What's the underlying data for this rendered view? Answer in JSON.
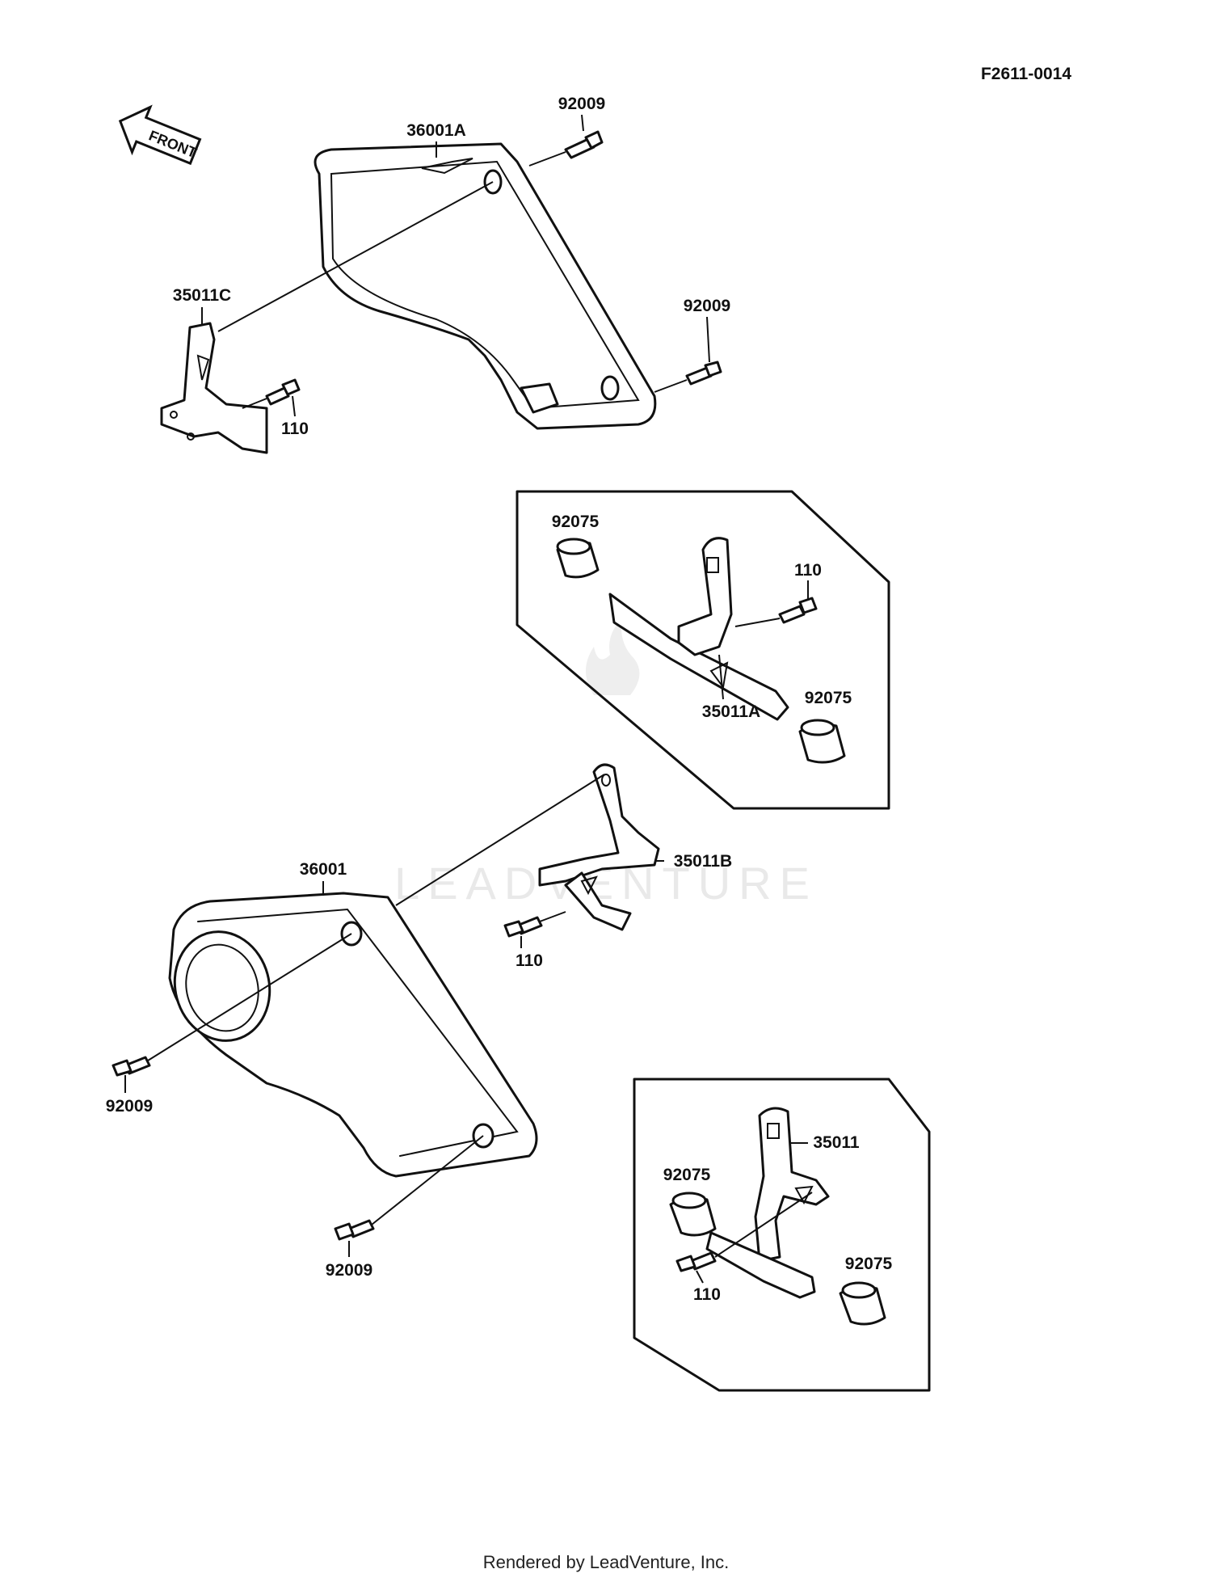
{
  "diagram_code": "F2611-0014",
  "direction_arrow": "FRONT",
  "watermark": "LEADVENTURE",
  "footer": "Rendered by LeadVenture, Inc.",
  "callouts": {
    "c36001A": "36001A",
    "c92009_top": "92009",
    "c35011C": "35011C",
    "c92009_right": "92009",
    "c110_top": "110",
    "c92075_box1_a": "92075",
    "c110_box1": "110",
    "c35011A": "35011A",
    "c92075_box1_b": "92075",
    "c36001": "36001",
    "c35011B": "35011B",
    "c110_mid": "110",
    "c92009_left": "92009",
    "c92009_bottom": "92009",
    "c35011": "35011",
    "c92075_box2_a": "92075",
    "c92075_box2_b": "92075",
    "c110_box2": "110"
  }
}
